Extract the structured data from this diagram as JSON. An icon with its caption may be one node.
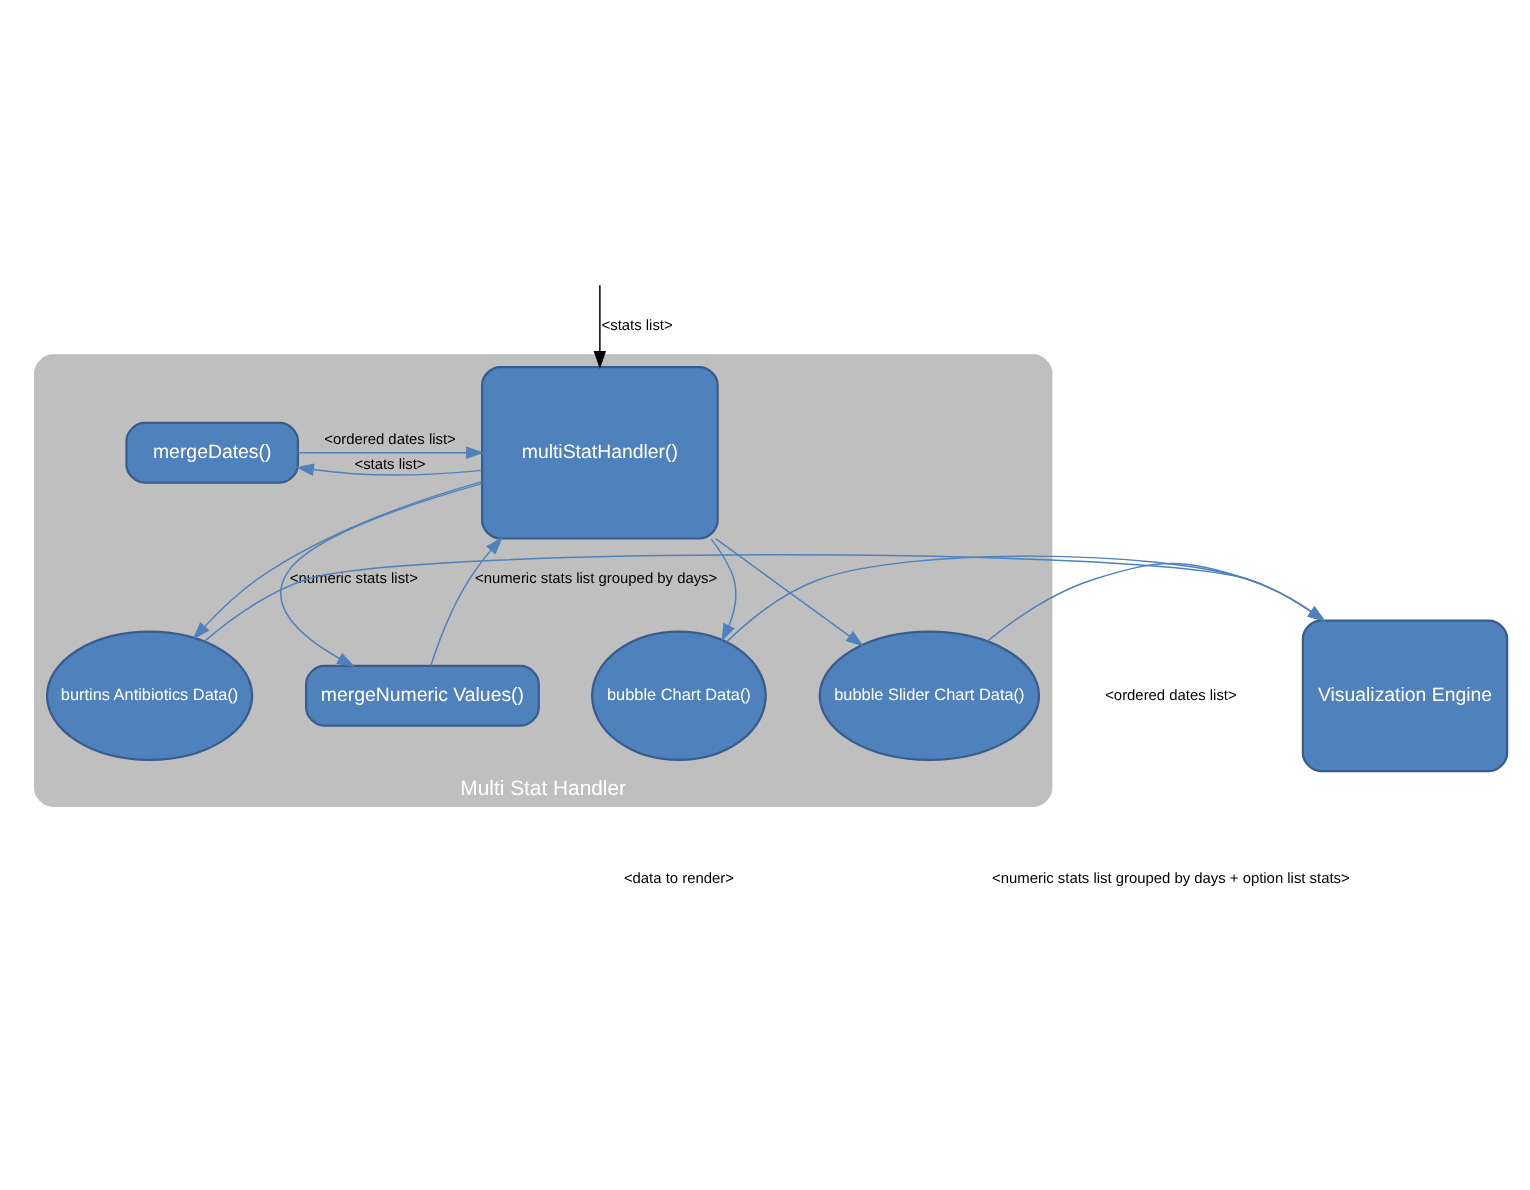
{
  "diagram": {
    "nodes": [
      {
        "text": [
          "Multi Stat Handler"
        ]
      },
      {
        "text": [
          "multiStatHandler()"
        ],
        "in": 0
      },
      {
        "text": [
          "mergeDates()"
        ],
        "in": 0
      },
      {
        "text": [
          "mergeNumeric Values()"
        ],
        "in": 0
      },
      {
        "text": [
          "burtins Antibiotics Data()"
        ],
        "in": 0
      },
      {
        "text": [
          "bubble Chart Data()"
        ],
        "in": 0
      },
      {
        "text": [
          "bubble Slider Chart Data()"
        ],
        "in": 0
      },
      {
        "text": [
          "Visualization Engine"
        ]
      }
    ],
    "edges": [
      {
        "from": null,
        "to": 1,
        "arrow": "to",
        "label": "<stats list>",
        "color": "#000000"
      },
      {
        "from": 1,
        "to": 2,
        "arrow": "to",
        "label": "<stats list>"
      },
      {
        "from": 2,
        "to": 1,
        "arrow": "to",
        "label": "<ordered dates list>"
      },
      {
        "from": 1,
        "to": 3,
        "arrow": "to",
        "label": "<numeric stats list>"
      },
      {
        "from": 3,
        "to": 1,
        "arrow": "to",
        "label": "<numeric stats list grouped by days>"
      },
      {
        "from": 1,
        "to": 4,
        "arrow": "to"
      },
      {
        "from": 1,
        "to": 5,
        "arrow": "to"
      },
      {
        "from": 1,
        "to": 6,
        "arrow": "to"
      },
      {
        "from": 4,
        "to": 7,
        "arrow": "to"
      },
      {
        "from": 5,
        "to": 7,
        "arrow": "to"
      },
      {
        "from": 6,
        "to": 7,
        "arrow": "to"
      }
    ],
    "labels": [
      "<ordered dates list>",
      "<numeric stats list grouped by days + option list stats>",
      "<data to render>"
    ]
  }
}
